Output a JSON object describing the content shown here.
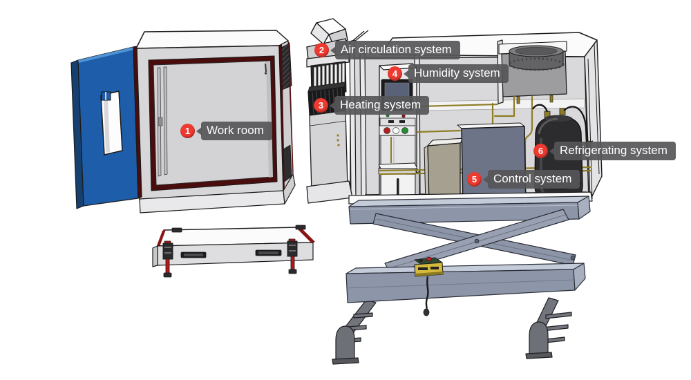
{
  "callouts": [
    {
      "number": "1",
      "label": "Work room"
    },
    {
      "number": "2",
      "label": "Air circulation system"
    },
    {
      "number": "3",
      "label": "Heating system"
    },
    {
      "number": "4",
      "label": "Humidity system"
    },
    {
      "number": "5",
      "label": "Control system"
    },
    {
      "number": "6",
      "label": "Refrigerating system"
    }
  ],
  "colors": {
    "badge_red": "#ee3a30",
    "callout_bg": "#565658",
    "callout_text": "#ffffff",
    "door_blue": "#1d5da9",
    "door_edge_blue": "#15406f",
    "trim_maroon": "#4a0d0d",
    "chamber_gray": "#d7d7d9",
    "steel_blue": "#8d95a8",
    "pipe_gold": "#8f7d26",
    "tank_dark": "#2c2c2e",
    "panel_slate": "#6e7487",
    "screen_slate": "#5a6277",
    "pendant_yellow": "#d4b93c"
  }
}
